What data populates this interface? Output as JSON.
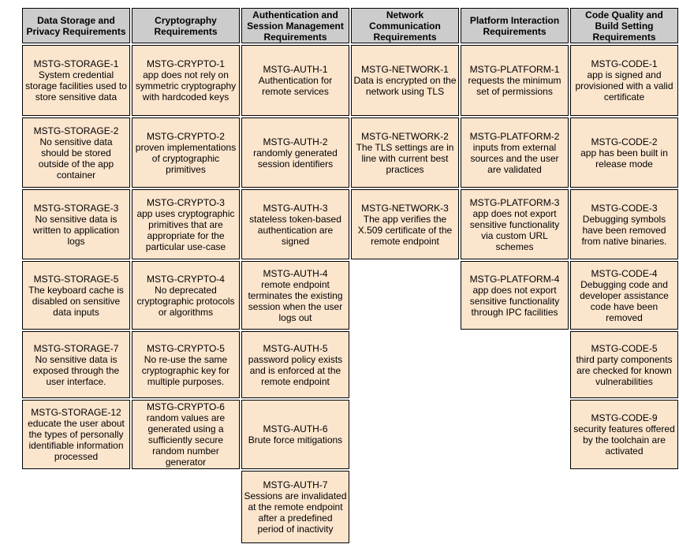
{
  "colors": {
    "header_bg": "#cccccc",
    "cell_bg": "#fce5cd",
    "border": "#000000",
    "text": "#000000"
  },
  "columns": [
    {
      "header": "Data Storage and\nPrivacy Requirements",
      "cells": [
        {
          "code": "MSTG-STORAGE-1",
          "desc": "System credential\nstorage facilities used to\nstore sensitive data"
        },
        {
          "code": "MSTG-STORAGE-2",
          "desc": "No sensitive data\nshould be stored\noutside of the app\ncontainer"
        },
        {
          "code": "MSTG-STORAGE-3",
          "desc": "No sensitive data is\nwritten to application\nlogs"
        },
        {
          "code": "MSTG-STORAGE-5",
          "desc": "The keyboard cache is\ndisabled on sensitive\ndata inputs"
        },
        {
          "code": "MSTG-STORAGE-7",
          "desc": "No sensitive data is\nexposed through the\nuser interface."
        },
        {
          "code": "MSTG-STORAGE-12",
          "desc": "educate the user about\nthe types of personally\nidentifiable information\nprocessed"
        }
      ]
    },
    {
      "header": "Cryptography\nRequirements",
      "cells": [
        {
          "code": "MSTG-CRYPTO-1",
          "desc": "app does not rely on\nsymmetric cryptography\nwith hardcoded keys"
        },
        {
          "code": "MSTG-CRYPTO-2",
          "desc": "proven implementations\nof cryptographic\nprimitives"
        },
        {
          "code": "MSTG-CRYPTO-3",
          "desc": "app uses cryptographic\nprimitives that are\nappropriate for the\nparticular use-case"
        },
        {
          "code": "MSTG-CRYPTO-4",
          "desc": "No deprecated\ncryptographic protocols\nor algorithms"
        },
        {
          "code": "MSTG-CRYPTO-5",
          "desc": "No re-use the same\ncryptographic key for\nmultiple purposes."
        },
        {
          "code": "MSTG-CRYPTO-6",
          "desc": "random values are\ngenerated using a\nsufficiently secure\nrandom number\ngenerator"
        }
      ]
    },
    {
      "header": "Authentication and\nSession Management\nRequirements",
      "cells": [
        {
          "code": "MSTG-AUTH-1",
          "desc": "Authentication for\nremote services"
        },
        {
          "code": "MSTG-AUTH-2",
          "desc": "randomly generated\nsession identifiers"
        },
        {
          "code": "MSTG-AUTH-3",
          "desc": "stateless token-based\nauthentication are\nsigned"
        },
        {
          "code": "MSTG-AUTH-4",
          "desc": "remote endpoint\nterminates the existing\nsession when the user\nlogs out"
        },
        {
          "code": "MSTG-AUTH-5",
          "desc": "password policy exists\nand is enforced at the\nremote endpoint"
        },
        {
          "code": "MSTG-AUTH-6",
          "desc": "Brute force mitigations"
        },
        {
          "code": "MSTG-AUTH-7",
          "desc": "Sessions are invalidated\nat the remote endpoint\nafter a predefined\nperiod of inactivity"
        }
      ]
    },
    {
      "header": "Network\nCommunication\nRequirements",
      "cells": [
        {
          "code": "MSTG-NETWORK-1",
          "desc": "Data is encrypted on the\nnetwork using TLS"
        },
        {
          "code": "MSTG-NETWORK-2",
          "desc": "The TLS settings are in\nline with current best\npractices"
        },
        {
          "code": "MSTG-NETWORK-3",
          "desc": "The app verifies the\nX.509 certificate of the\nremote endpoint"
        }
      ]
    },
    {
      "header": "Platform Interaction\nRequirements",
      "cells": [
        {
          "code": "MSTG-PLATFORM-1",
          "desc": "requests the minimum\nset of permissions"
        },
        {
          "code": "MSTG-PLATFORM-2",
          "desc": "inputs from external\nsources and the user\nare validated"
        },
        {
          "code": "MSTG-PLATFORM-3",
          "desc": "app does not export\nsensitive functionality\nvia custom URL\nschemes"
        },
        {
          "code": "MSTG-PLATFORM-4",
          "desc": "app does not export\nsensitive functionality\nthrough IPC facilities"
        }
      ]
    },
    {
      "header": "Code Quality and\nBuild Setting\nRequirements",
      "cells": [
        {
          "code": "MSTG-CODE-1",
          "desc": "app is signed and\nprovisioned with a valid\ncertificate"
        },
        {
          "code": "MSTG-CODE-2",
          "desc": "app has been built in\nrelease mode"
        },
        {
          "code": "MSTG-CODE-3",
          "desc": "Debugging symbols\nhave been removed\nfrom native binaries."
        },
        {
          "code": "MSTG-CODE-4",
          "desc": "Debugging code and\ndeveloper assistance\ncode have been\nremoved"
        },
        {
          "code": "MSTG-CODE-5",
          "desc": "third party components\nare checked for known\nvulnerabilities"
        },
        {
          "code": "MSTG-CODE-9",
          "desc": "security features offered\nby the toolchain are\nactivated"
        }
      ]
    }
  ]
}
